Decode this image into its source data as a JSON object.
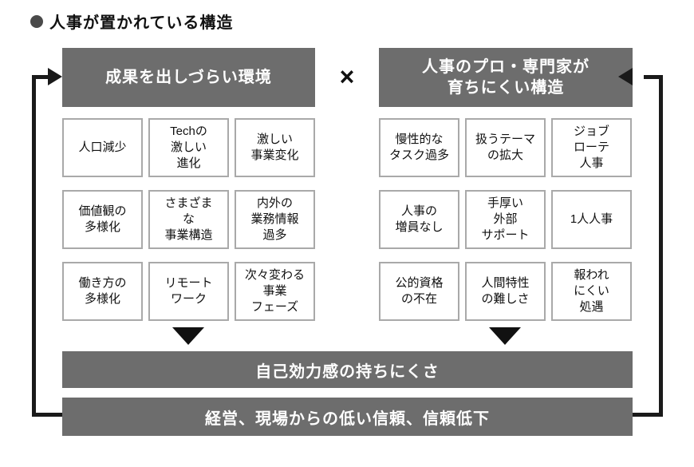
{
  "title": "人事が置かれている構造",
  "multiply": "×",
  "left": {
    "header": "成果を出しづらい環境",
    "cells": [
      "人口減少",
      "Techの\n激しい\n進化",
      "激しい\n事業変化",
      "価値観の\n多様化",
      "さまざま\nな\n事業構造",
      "内外の\n業務情報\n過多",
      "働き方の\n多様化",
      "リモート\nワーク",
      "次々変わる\n事業\nフェーズ"
    ]
  },
  "right": {
    "header": "人事のプロ・専門家が\n育ちにくい構造",
    "cells": [
      "慢性的な\nタスク過多",
      "扱うテーマ\nの拡大",
      "ジョブ\nローテ\n人事",
      "人事の\n増員なし",
      "手厚い\n外部\nサポート",
      "1人人事",
      "公的資格\nの不在",
      "人間特性\nの難しさ",
      "報われ\nにくい\n処遇"
    ]
  },
  "bars": [
    "自己効力感の持ちにくさ",
    "経営、現場からの低い信頼、信頼低下"
  ]
}
